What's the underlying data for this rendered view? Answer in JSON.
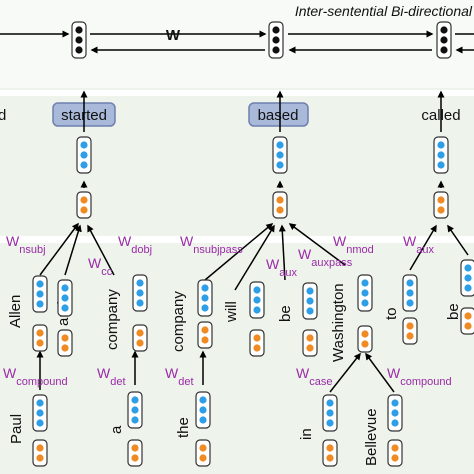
{
  "title": "Inter-sentential Bi-directional",
  "top_weight": "W",
  "colors": {
    "band_white": "#ffffff",
    "background": "#eef4ec",
    "blue_node": "#2e9fe6",
    "orange_node": "#f08a22",
    "label_purple": "#9b2aa8",
    "pill_fill": "#a9b9d9",
    "pill_border": "#6f7fae",
    "box_fill": "#ffffff",
    "dot_black": "#111111"
  },
  "top_words": [
    "started",
    "based",
    "called"
  ],
  "left_partial_word": "d",
  "edge_labels": [
    {
      "base": "W",
      "sub": "nsubj"
    },
    {
      "base": "W",
      "sub": "cc"
    },
    {
      "base": "W",
      "sub": "dobj"
    },
    {
      "base": "W",
      "sub": "nsubjpass"
    },
    {
      "base": "W",
      "sub": "aux"
    },
    {
      "base": "W",
      "sub": "auxpass"
    },
    {
      "base": "W",
      "sub": "nmod"
    },
    {
      "base": "W",
      "sub": "aux"
    },
    {
      "base": "W",
      "sub": "compound"
    },
    {
      "base": "W",
      "sub": "det"
    },
    {
      "base": "W",
      "sub": "det"
    },
    {
      "base": "W",
      "sub": "case"
    },
    {
      "base": "W",
      "sub": "compound"
    }
  ],
  "mid_words": [
    "Allen",
    "and",
    "company",
    "company",
    "will",
    "be",
    "Washington",
    "to",
    "be"
  ],
  "bottom_words": [
    "Paul",
    "a",
    "the",
    "in",
    "Bellevue"
  ]
}
